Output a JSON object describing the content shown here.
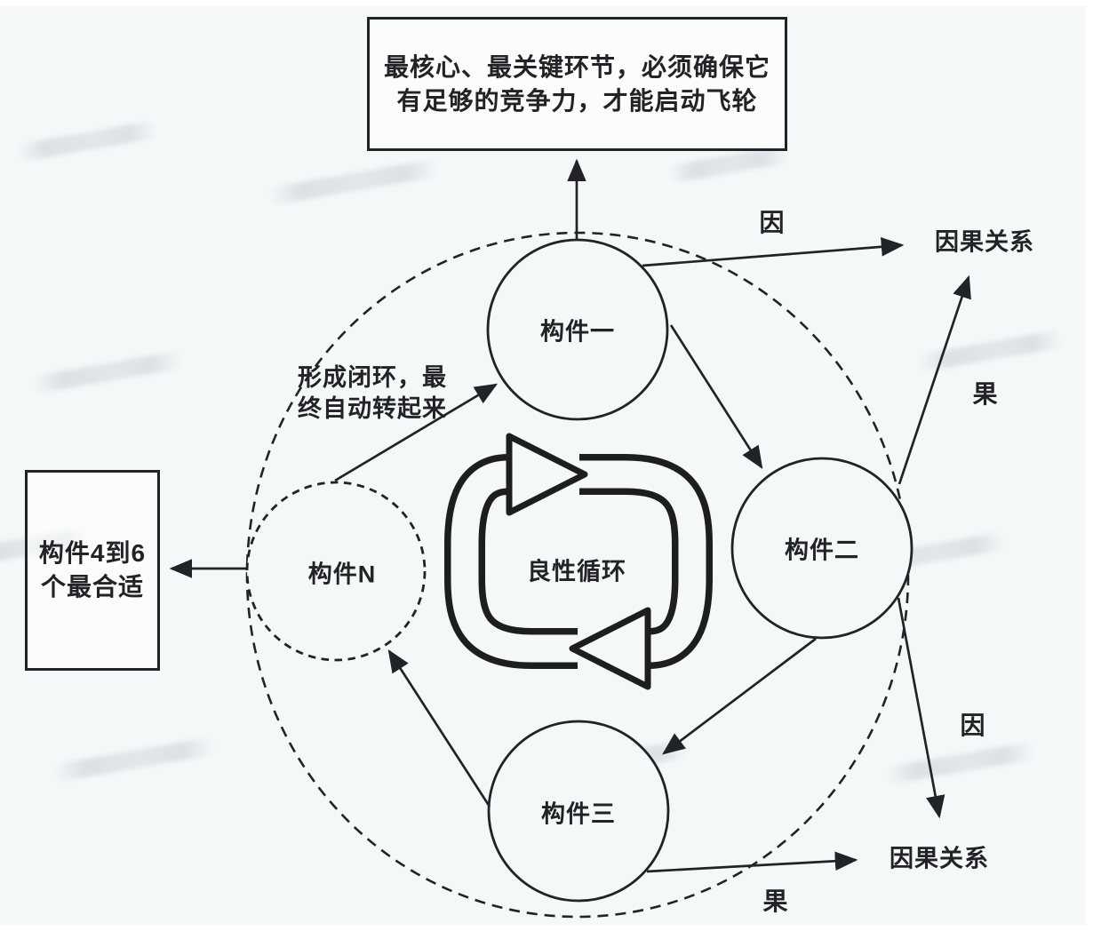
{
  "page": {
    "background_color": "#f5f8f9",
    "ink_color": "#222326"
  },
  "top_note": {
    "line1": "最核心、最关键环节，必须确保它",
    "line2": "有足够的竞争力，才能启动飞轮"
  },
  "left_note": {
    "line1": "构件4到6",
    "line2": "个最合适"
  },
  "loop_note": {
    "line1": "形成闭环，最",
    "line2": "终自动转起来"
  },
  "nodes": {
    "node1": "构件一",
    "node2": "构件二",
    "node3": "构件三",
    "nodeN": "构件N"
  },
  "center": {
    "label": "良性循环"
  },
  "causality_top": {
    "cause": "因",
    "effect": "果",
    "label": "因果关系"
  },
  "causality_bottom": {
    "cause": "因",
    "effect": "果",
    "label": "因果关系"
  }
}
